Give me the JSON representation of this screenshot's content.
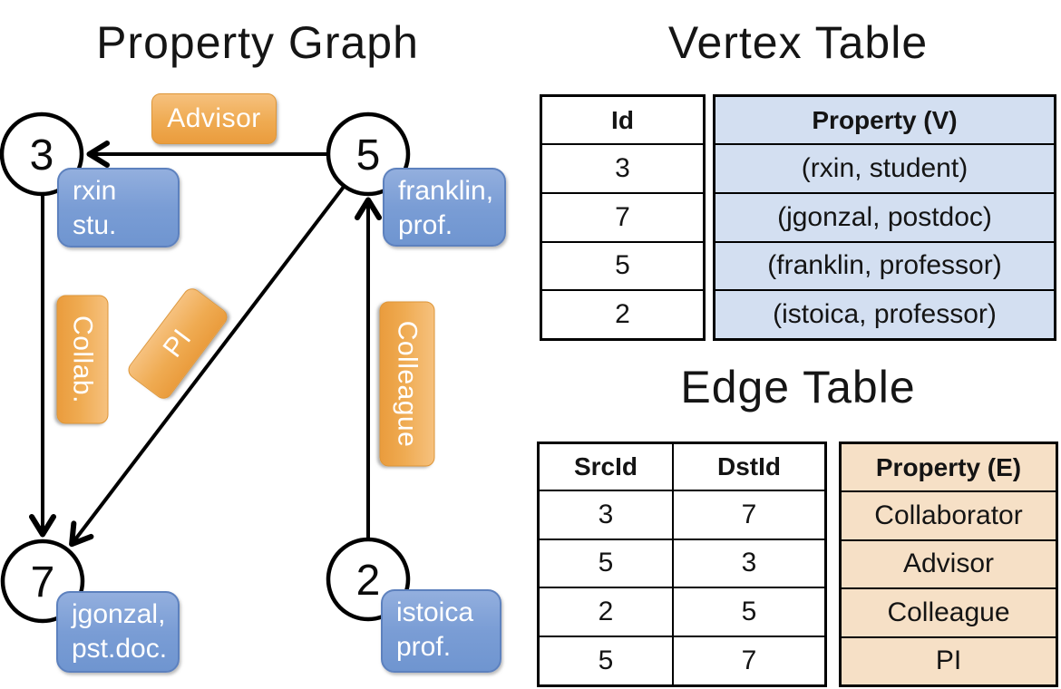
{
  "left_panel": {
    "title": "Property Graph",
    "nodes": [
      {
        "id": "3",
        "label_line1": "rxin",
        "label_line2": "stu."
      },
      {
        "id": "5",
        "label_line1": "franklin,",
        "label_line2": "prof."
      },
      {
        "id": "7",
        "label_line1": "jgonzal,",
        "label_line2": "pst.doc."
      },
      {
        "id": "2",
        "label_line1": "istoica",
        "label_line2": "prof."
      }
    ],
    "edge_labels": {
      "advisor": "Advisor",
      "collab": "Collab.",
      "pi": "PI",
      "colleague": "Colleague"
    }
  },
  "vertex_table": {
    "title": "Vertex Table",
    "columns": {
      "id": "Id",
      "property": "Property (V)"
    },
    "rows": [
      {
        "id": "3",
        "property": "(rxin, student)"
      },
      {
        "id": "7",
        "property": "(jgonzal, postdoc)"
      },
      {
        "id": "5",
        "property": "(franklin, professor)"
      },
      {
        "id": "2",
        "property": "(istoica, professor)"
      }
    ]
  },
  "edge_table": {
    "title": "Edge Table",
    "columns": {
      "src": "SrcId",
      "dst": "DstId",
      "property": "Property (E)"
    },
    "rows": [
      {
        "src": "3",
        "dst": "7",
        "property": "Collaborator"
      },
      {
        "src": "5",
        "dst": "3",
        "property": "Advisor"
      },
      {
        "src": "2",
        "dst": "5",
        "property": "Colleague"
      },
      {
        "src": "5",
        "dst": "7",
        "property": "PI"
      }
    ]
  },
  "colors": {
    "edge_label_orange": "#EFAB52",
    "vertex_label_blue": "#7A9DD5",
    "vertex_cell_blue": "#D3DFF1",
    "edge_cell_tan": "#F6E0C6",
    "line_black": "#000000"
  }
}
